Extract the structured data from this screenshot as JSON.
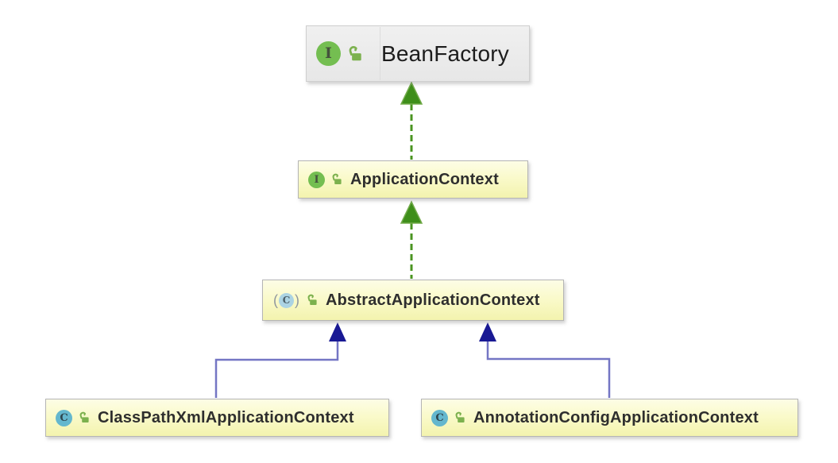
{
  "diagram_kind": "uml-class-diagram",
  "icons": {
    "interface_letter": "I",
    "class_letter": "C",
    "paren_open": "(",
    "paren_close": ")"
  },
  "colors": {
    "node_yellow_fill": "#fafacb",
    "node_gray_fill": "#e9e9e9",
    "node_border": "#b5b5b5",
    "interface_badge_green": "#74be51",
    "class_badge_teal": "#64b7ce",
    "abstract_badge_teal": "#abd3e3",
    "lock_green": "#7cb14e",
    "realization_edge_green": "#4a9420",
    "realization_arrowhead_green": "#3e8e1a",
    "generalization_edge_blue": "#7476c4",
    "generalization_arrowhead_navy": "#191994",
    "label_color": "#2e2e2e"
  },
  "nodes": {
    "bean_factory": {
      "label": "BeanFactory",
      "kind": "interface",
      "access": "public"
    },
    "application_context": {
      "label": "ApplicationContext",
      "kind": "interface",
      "access": "public"
    },
    "abstract_application_context": {
      "label": "AbstractApplicationContext",
      "kind": "abstract-class",
      "access": "public"
    },
    "class_path_xml_application_context": {
      "label": "ClassPathXmlApplicationContext",
      "kind": "class",
      "access": "public"
    },
    "annotation_config_application_context": {
      "label": "AnnotationConfigApplicationContext",
      "kind": "class",
      "access": "public"
    }
  },
  "edges": [
    {
      "from": "ApplicationContext",
      "to": "BeanFactory",
      "type": "implements",
      "style": "green-dashed-hollowless-arrow"
    },
    {
      "from": "AbstractApplicationContext",
      "to": "ApplicationContext",
      "type": "implements",
      "style": "green-dashed-hollowless-arrow"
    },
    {
      "from": "ClassPathXmlApplicationContext",
      "to": "AbstractApplicationContext",
      "type": "extends",
      "style": "blue-solid-elbow-arrow"
    },
    {
      "from": "AnnotationConfigApplicationContext",
      "to": "AbstractApplicationContext",
      "type": "extends",
      "style": "blue-solid-elbow-arrow"
    }
  ]
}
